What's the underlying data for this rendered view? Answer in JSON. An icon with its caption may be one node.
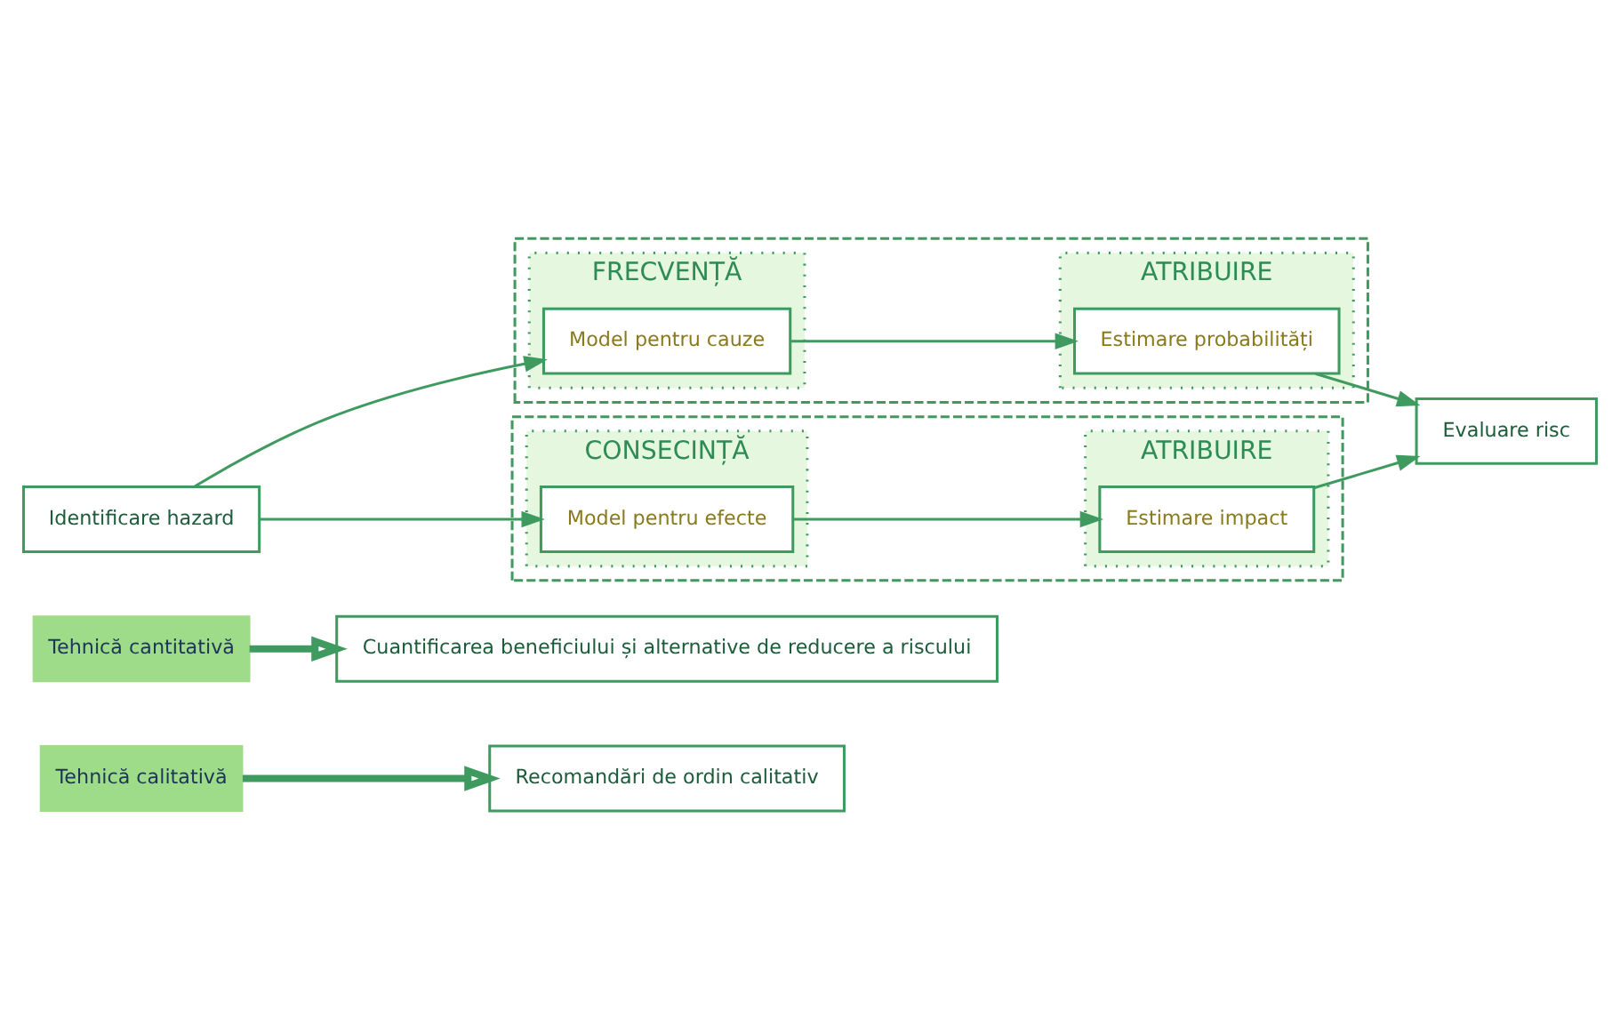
{
  "diagram": {
    "nodes": [
      {
        "text": [
          "Tehnică calitativă"
        ]
      },
      {
        "text": [
          "Tehnică cantitativă"
        ]
      },
      {
        "text": [
          "Identificare hazard"
        ]
      },
      {
        "text": [],
        "shape": "box"
      },
      {
        "text": [
          "FRECVENȚĂ"
        ],
        "in": 3
      },
      {
        "text": [
          "Model pentru cauze"
        ],
        "in": 4
      },
      {
        "text": [
          "ATRIBUIRE"
        ],
        "in": 3
      },
      {
        "text": [
          "Estimare probabilități"
        ],
        "in": 6
      },
      {
        "text": [
          "Evaluare risc"
        ]
      },
      {
        "text": [],
        "shape": "box"
      },
      {
        "text": [
          "CONSECINȚĂ"
        ],
        "in": 9
      },
      {
        "text": [
          "Model pentru efecte"
        ],
        "in": 10
      },
      {
        "text": [
          "ATRIBUIRE"
        ],
        "in": 9
      },
      {
        "text": [
          "Estimare impact"
        ],
        "in": 12
      },
      {
        "text": [
          "Recomandări de ordin calitativ"
        ]
      },
      {
        "text": [
          "Cuantificarea beneficiului și alternative de reducere a riscului"
        ]
      }
    ],
    "edges": [
      {
        "from": 2,
        "to": 5,
        "arrow": "to"
      },
      {
        "from": 2,
        "to": 11,
        "arrow": "to"
      },
      {
        "from": 5,
        "to": 7,
        "arrow": "to"
      },
      {
        "from": 11,
        "to": 13,
        "arrow": "to"
      },
      {
        "from": 7,
        "to": 8,
        "arrow": "to"
      },
      {
        "from": 13,
        "to": 8,
        "arrow": "to"
      },
      {
        "from": 0,
        "to": 14,
        "arrow": "to",
        "style": "thick"
      },
      {
        "from": 1,
        "to": 15,
        "arrow": "to",
        "style": "thick"
      }
    ]
  }
}
